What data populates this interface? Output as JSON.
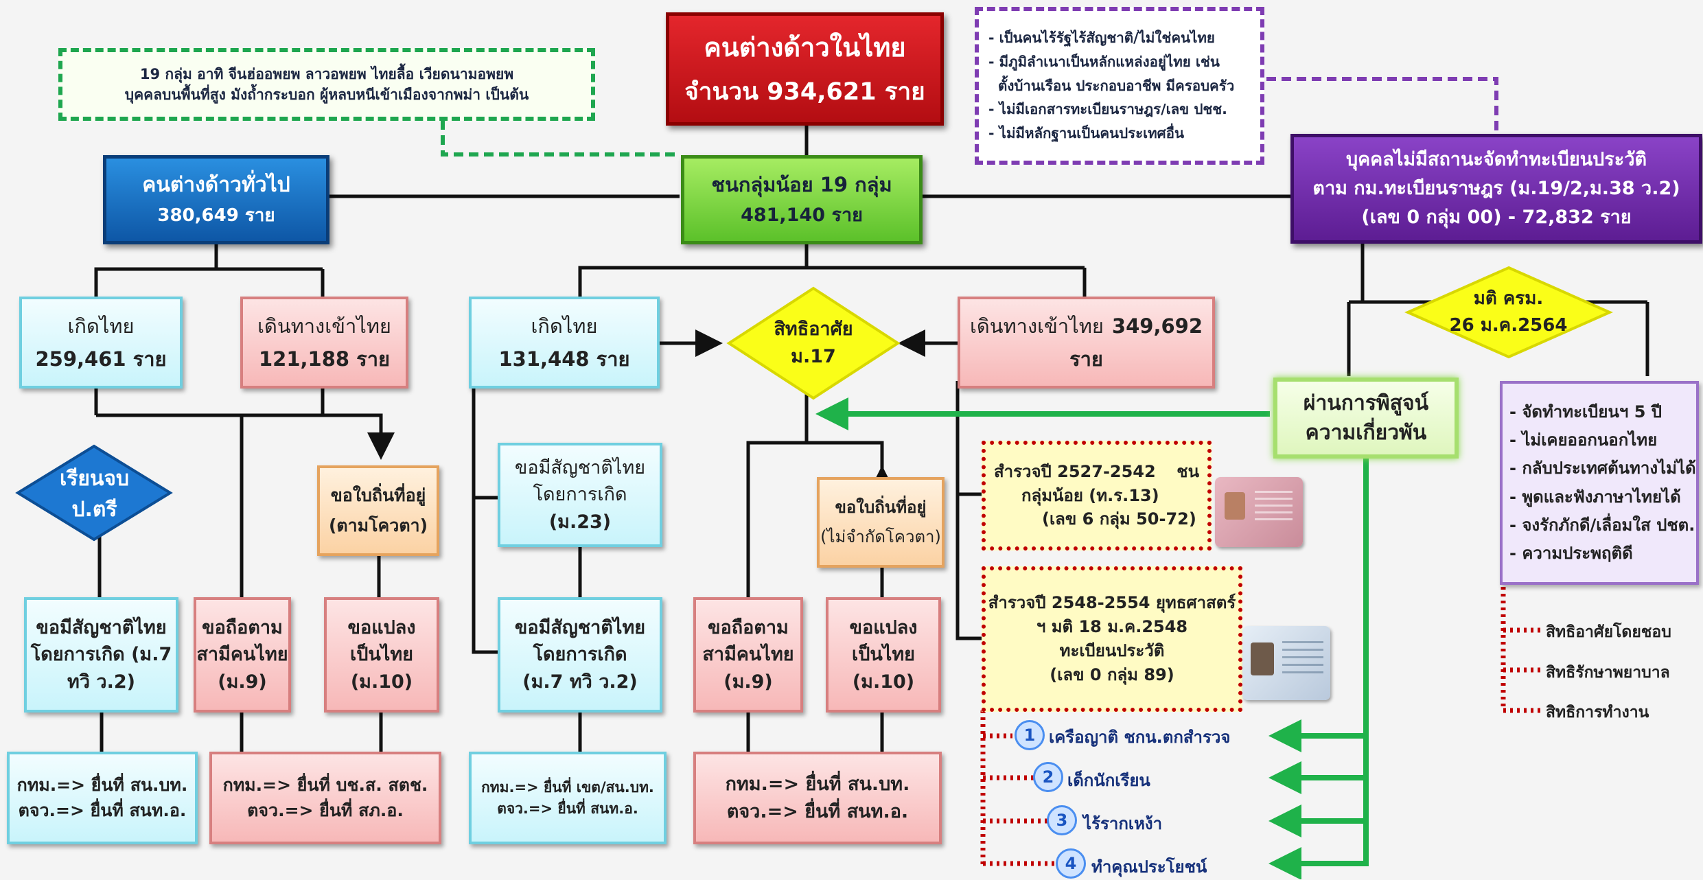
{
  "top": {
    "title": "คนต่างด้าวในไทย",
    "count": "จำนวน 934,621 ราย"
  },
  "note_groups": {
    "line1": "19 กลุ่ม อาทิ จีนฮ่ออพยพ ลาวอพยพ ไทยลื้อ เวียดนามอพยพ",
    "line2": "บุคคลบนพื้นที่สูง มังถ้ำกระบอก ผู้หลบหนีเข้าเมืองจากพม่า เป็นต้น"
  },
  "note_stateless": {
    "items": [
      "- เป็นคนไร้รัฐไร้สัญชาติ/ไม่ใช่คนไทย",
      "- มีภูมิลำเนาเป็นหลักแหล่งอยู่ไทย เช่น",
      "ตั้งบ้านเรือน ประกอบอาชีพ มีครอบครัว",
      "- ไม่มีเอกสารทะเบียนราษฎร/เลข ปชช.",
      "- ไม่มีหลักฐานเป็นคนประเทศอื่น"
    ]
  },
  "general": {
    "title": "คนต่างด้าวทั่วไป",
    "count": "380,649 ราย"
  },
  "minority": {
    "title": "ชนกลุ่มน้อย 19 กลุ่ม",
    "count": "481,140 ราย"
  },
  "no_status": {
    "line1": "บุคคลไม่มีสถานะจัดทำทะเบียนประวัติ",
    "line2": "ตาม กม.ทะเบียนราษฎร (ม.19/2,ม.38 ว.2)",
    "line3": "(เลข 0 กลุ่ม 00) - 72,832 ราย"
  },
  "gen_born": {
    "title": "เกิดไทย",
    "count": "259,461 ราย"
  },
  "gen_travel": {
    "title": "เดินทางเข้าไทย",
    "count": "121,188 ราย"
  },
  "min_born": {
    "title": "เกิดไทย",
    "count": "131,448 ราย"
  },
  "residence": {
    "line1": "สิทธิอาศัย",
    "line2": "ม.17"
  },
  "min_travel": {
    "title": "เดินทางเข้าไทย",
    "count": "349,692",
    "unit": "ราย"
  },
  "cabinet": {
    "line1": "มติ ครม.",
    "line2": "26 ม.ค.2564"
  },
  "graduate": {
    "line1": "เรียนจบ",
    "line2": "ป.ตรี"
  },
  "residence_quota": {
    "line1": "ขอใบถิ่นที่อยู่",
    "line2": "(ตามโควตา)"
  },
  "nat_birth_m23": {
    "line1": "ขอมีสัญชาติไทย",
    "line2": "โดยการเกิด",
    "line3": "(ม.23)"
  },
  "residence_noquota": {
    "line1": "ขอใบถิ่นที่อยู่",
    "line2": "(ไม่จำกัดโควตา)"
  },
  "relation_proof": {
    "line1": "ผ่านการพิสูจน์",
    "line2": "ความเกี่ยวพัน"
  },
  "cabinet_list": {
    "items": [
      "- จัดทำทะเบียนฯ 5 ปี",
      "- ไม่เคยออกนอกไทย",
      "- กลับประเทศต้นทางไม่ได้",
      "- พูดและฟังภาษาไทยได้",
      "- จงรักภักดี/เลื่อมใส ปชต.",
      "- ความประพฤติดี"
    ]
  },
  "survey1": {
    "line1a": "สำรวจปี 2527-2542",
    "line1b": "ชน",
    "line2": "กลุ่มน้อย (ท.ร.13)",
    "line3": "(เลข 6 กลุ่ม 50-72)"
  },
  "survey2": {
    "line1": "สำรวจปี 2548-2554 ยุทธศาสตร์",
    "line2": "ฯ มติ 18 ม.ค.2548",
    "line3": "ทะเบียนประวัติ",
    "line4": "(เลข 0 กลุ่ม 89)"
  },
  "nat_birth_m7a": {
    "line1": "ขอมีสัญชาติไทย",
    "line2": "โดยการเกิด (ม.7",
    "line3": "ทวิ ว.2)"
  },
  "spouse_a": {
    "line1": "ขอถือตาม",
    "line2": "สามีคนไทย",
    "line3": "(ม.9)"
  },
  "convert_a": {
    "line1": "ขอแปลง",
    "line2": "เป็นไทย",
    "line3": "(ม.10)"
  },
  "nat_birth_m7b": {
    "line1": "ขอมีสัญชาติไทย",
    "line2": "โดยการเกิด",
    "line3": "(ม.7 ทวิ ว.2)"
  },
  "spouse_b": {
    "line1": "ขอถือตาม",
    "line2": "สามีคนไทย",
    "line3": "(ม.9)"
  },
  "convert_b": {
    "line1": "ขอแปลง",
    "line2": "เป็นไทย",
    "line3": "(ม.10)"
  },
  "submit1": {
    "line1": "กทม.=> ยื่นที่ สน.บท.",
    "line2": "ตจว.=> ยื่นที่ สนท.อ."
  },
  "submit2": {
    "line1": "กทม.=> ยื่นที่ บช.ส. สตช.",
    "line2": "ตจว.=> ยื่นที่ สภ.อ."
  },
  "submit3": {
    "line1": "กทม.=> ยื่นที่ เขต/สน.บท.",
    "line2": "ตจว.=> ยื่นที่ สนท.อ."
  },
  "submit4": {
    "line1": "กทม.=> ยื่นที่ สน.บท.",
    "line2": "ตจว.=> ยื่นที่ สนท.อ."
  },
  "groups": [
    {
      "num": "1",
      "label": "เครือญาติ ชกน.ตกสำรวจ"
    },
    {
      "num": "2",
      "label": "เด็กนักเรียน"
    },
    {
      "num": "3",
      "label": "ไร้รากเหง้า"
    },
    {
      "num": "4",
      "label": "ทำคุณประโยชน์"
    }
  ],
  "rights": [
    "สิทธิอาศัยโดยชอบ",
    "สิทธิรักษาพยาบาล",
    "สิทธิการทำงาน"
  ],
  "colors": {
    "connector": "#111111",
    "green_arrow": "#1fb24a",
    "dotted_red": "#c00000"
  }
}
